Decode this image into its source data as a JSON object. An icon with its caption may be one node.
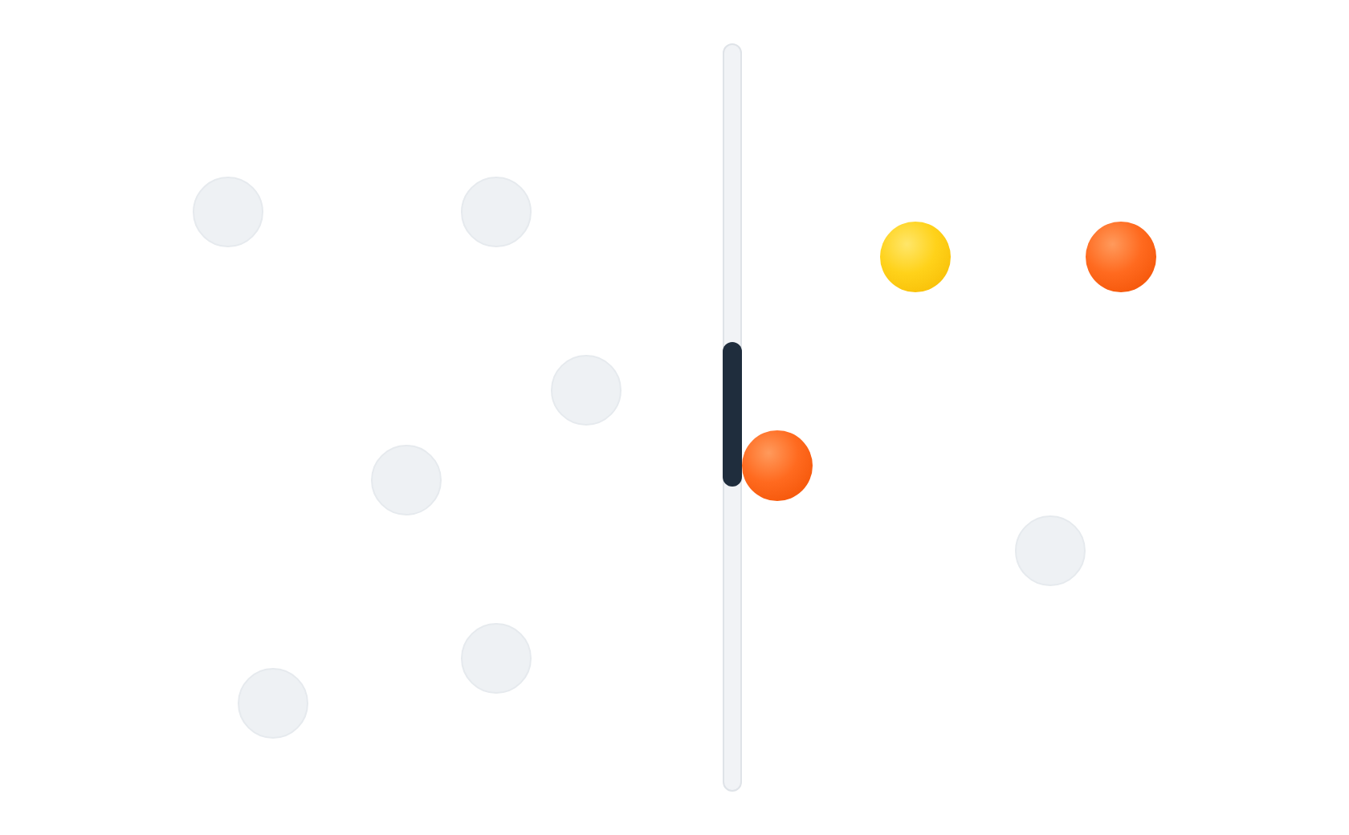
{
  "diagram": {
    "nodes": [
      {
        "text": [],
        "shape": "circle"
      },
      {
        "text": [],
        "shape": "circle"
      },
      {
        "text": [],
        "shape": "circle"
      },
      {
        "text": [],
        "shape": "circle"
      },
      {
        "text": [],
        "shape": "circle"
      },
      {
        "text": [],
        "shape": "circle"
      },
      {
        "text": [],
        "shape": "bar"
      },
      {
        "text": [],
        "shape": "circle"
      },
      {
        "text": [],
        "shape": "circle"
      },
      {
        "text": [],
        "shape": "circle"
      },
      {
        "text": [],
        "shape": "circle"
      }
    ]
  }
}
